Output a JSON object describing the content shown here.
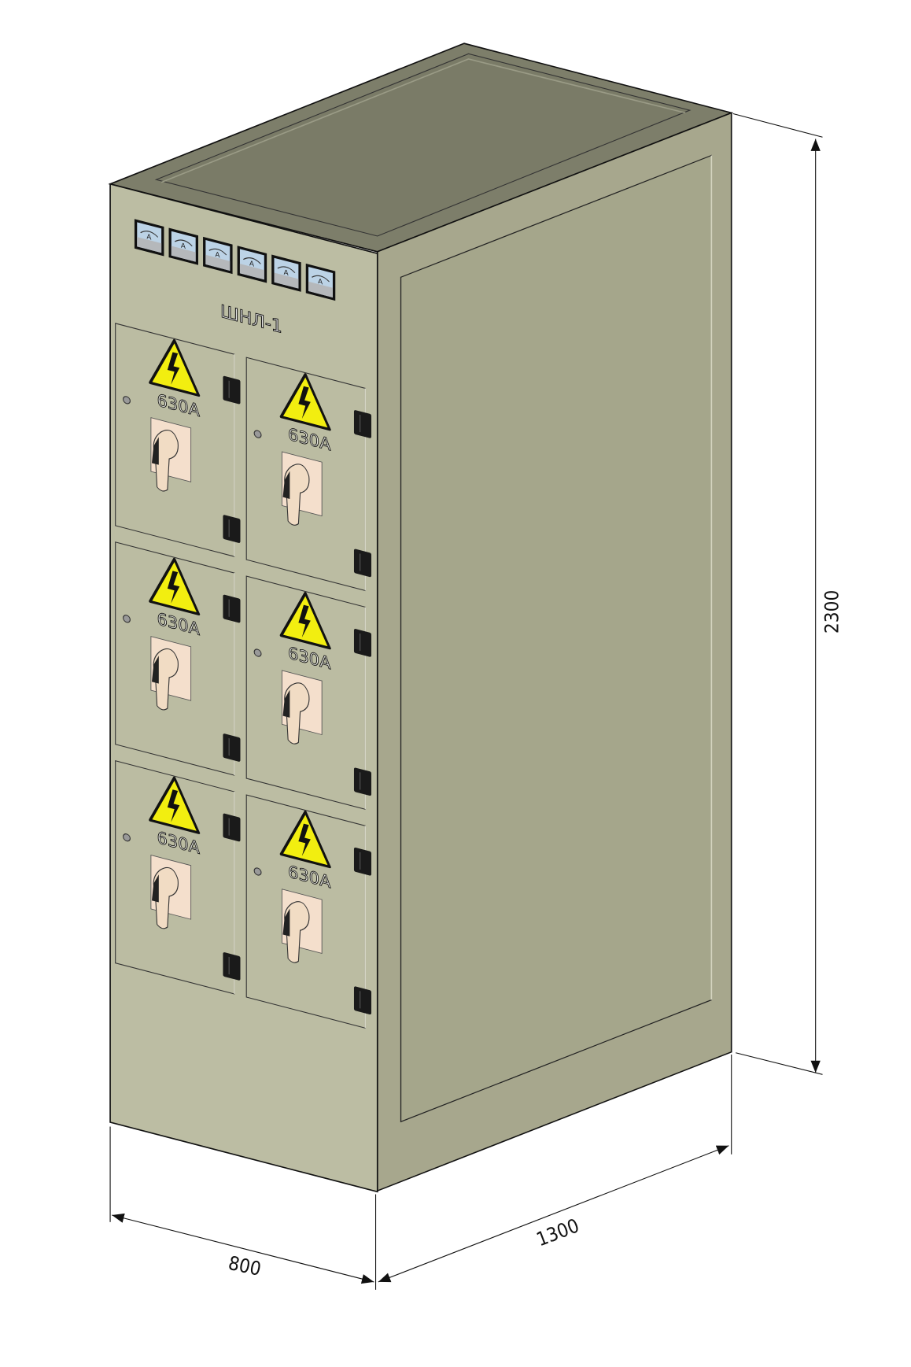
{
  "cabinet": {
    "label": "ШНЛ-1",
    "meter_count": 6,
    "colors": {
      "front": "#bcbda3",
      "side": "#a7a78d",
      "top": "#7d7e6a",
      "warning": "#f2ee10",
      "handle": "#f1dcc4"
    },
    "doors": [
      {
        "rating": "630A"
      },
      {
        "rating": "630A"
      },
      {
        "rating": "630A"
      },
      {
        "rating": "630A"
      },
      {
        "rating": "630A"
      },
      {
        "rating": "630A"
      }
    ]
  },
  "dimensions": {
    "width": "800",
    "depth": "1300",
    "height": "2300"
  }
}
